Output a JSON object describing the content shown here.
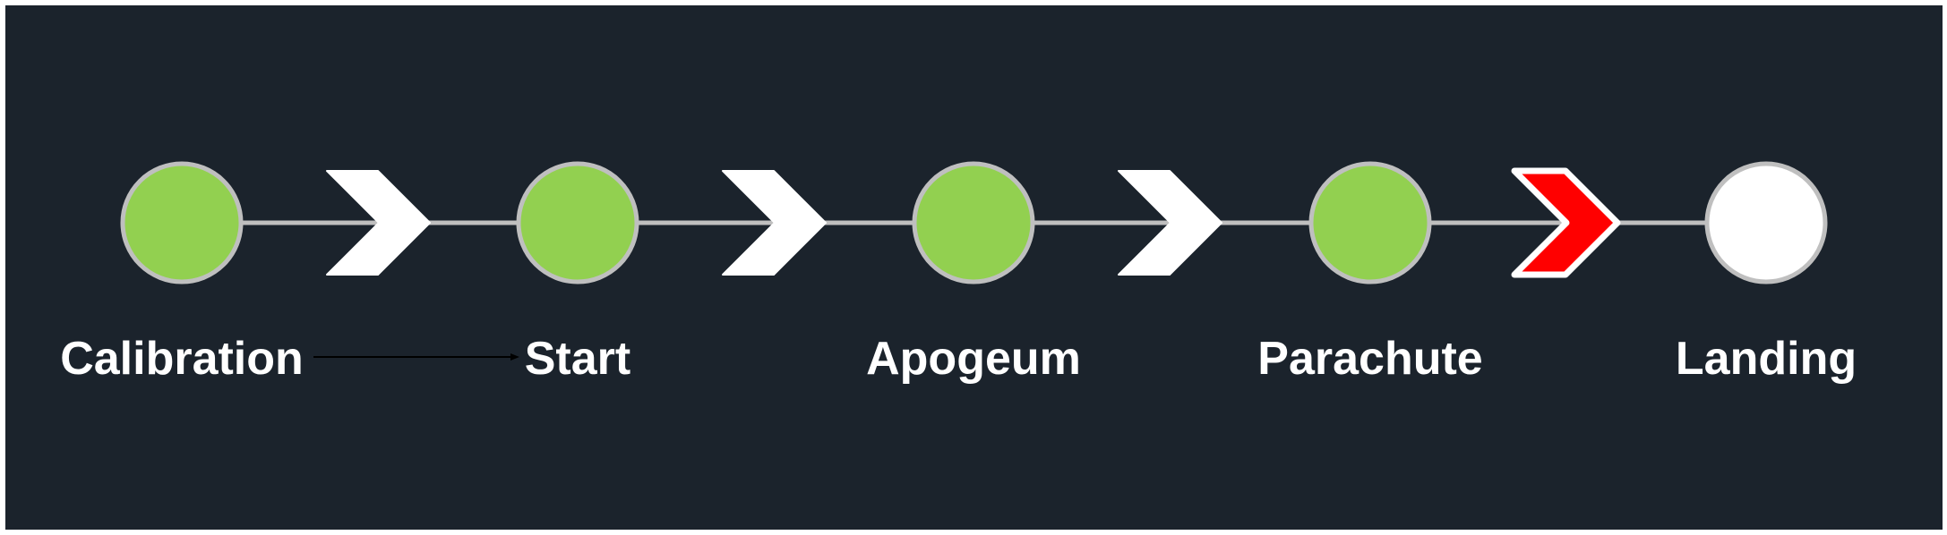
{
  "diagram": {
    "stages": [
      {
        "label": "Calibration",
        "state": "complete"
      },
      {
        "label": "Start",
        "state": "complete"
      },
      {
        "label": "Apogeum",
        "state": "complete"
      },
      {
        "label": "Parachute",
        "state": "complete"
      },
      {
        "label": "Landing",
        "state": "pending"
      }
    ],
    "transitions": [
      {
        "from": "Calibration",
        "to": "Start",
        "state": "done"
      },
      {
        "from": "Start",
        "to": "Apogeum",
        "state": "done"
      },
      {
        "from": "Apogeum",
        "to": "Parachute",
        "state": "done"
      },
      {
        "from": "Parachute",
        "to": "Landing",
        "state": "active"
      }
    ],
    "colors": {
      "background": "#1b232c",
      "complete": "#92d050",
      "pending": "#ffffff",
      "node_border": "#bfbfbf",
      "connector": "#bfbfbf",
      "chevron_done": "#ffffff",
      "chevron_active": "#ff0000",
      "label": "#ffffff"
    }
  }
}
